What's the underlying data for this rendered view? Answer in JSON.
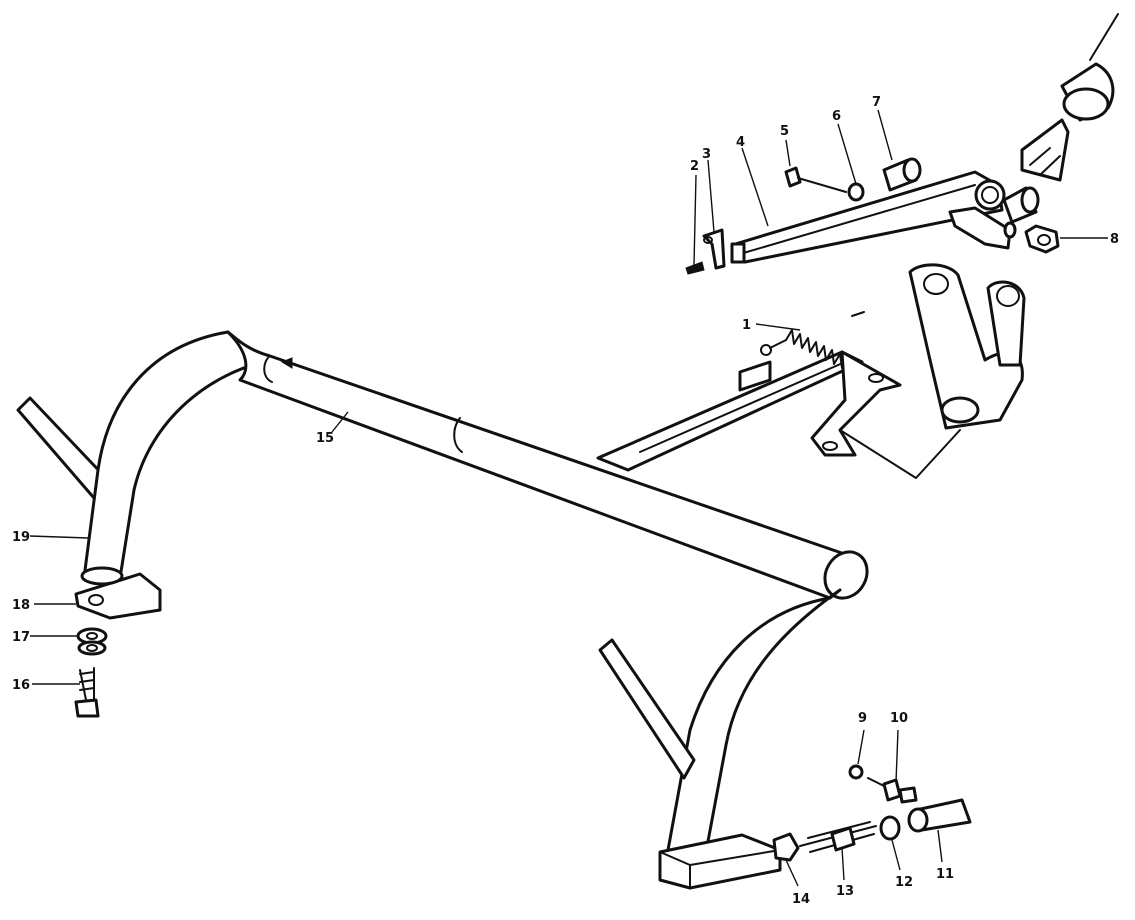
{
  "callouts": {
    "c1": "1",
    "c2": "2",
    "c3": "3",
    "c4": "4",
    "c5": "5",
    "c6": "6",
    "c7": "7",
    "c8": "8",
    "c9": "9",
    "c10": "10",
    "c11": "11",
    "c12": "12",
    "c13": "13",
    "c14": "14",
    "c15": "15",
    "c16": "16",
    "c17": "17",
    "c18": "18",
    "c19": "19"
  },
  "colors": {
    "line": "#111111",
    "paper": "#ffffff"
  }
}
